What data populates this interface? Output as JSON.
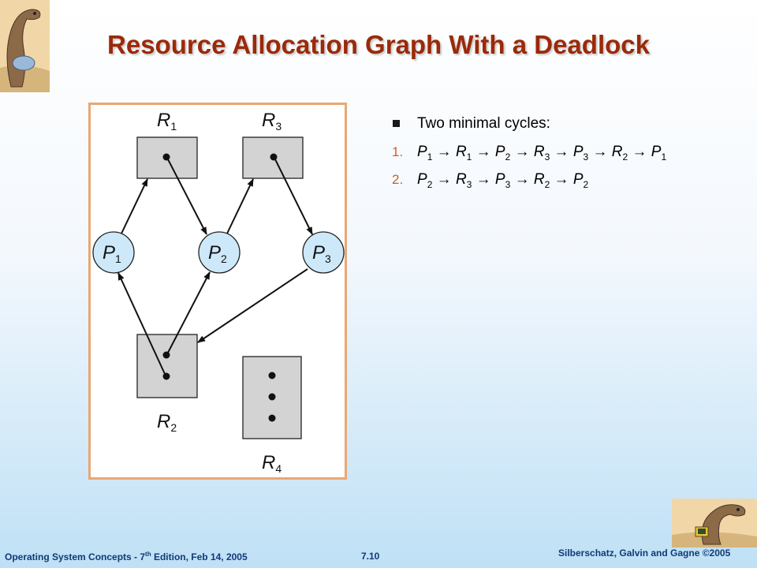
{
  "title": "Resource Allocation Graph With a Deadlock",
  "graph": {
    "resources": [
      "R1",
      "R3",
      "R2",
      "R4"
    ],
    "processes": [
      "P1",
      "P2",
      "P3"
    ]
  },
  "bullets": {
    "heading": "Two minimal cycles:",
    "cycles": [
      {
        "number": "1.",
        "nodes": [
          "P1",
          "R1",
          "P2",
          "R3",
          "P3",
          "R2",
          "P1"
        ]
      },
      {
        "number": "2.",
        "nodes": [
          "P2",
          "R3",
          "P3",
          "R2",
          "P2"
        ]
      }
    ]
  },
  "footer": {
    "left_pre": "Operating System Concepts - 7",
    "left_sup": "th",
    "left_post": " Edition, Feb 14, 2005",
    "center": "7.10",
    "right": "Silberschatz, Galvin and Gagne ©2005"
  },
  "colors": {
    "title": "#9a2a0a",
    "footer": "#0f3a75",
    "process_fill": "#cde9f9",
    "resource_fill": "#d3d3d3",
    "frame_border": "#e8a873",
    "bullet_number": "#d1601a"
  }
}
